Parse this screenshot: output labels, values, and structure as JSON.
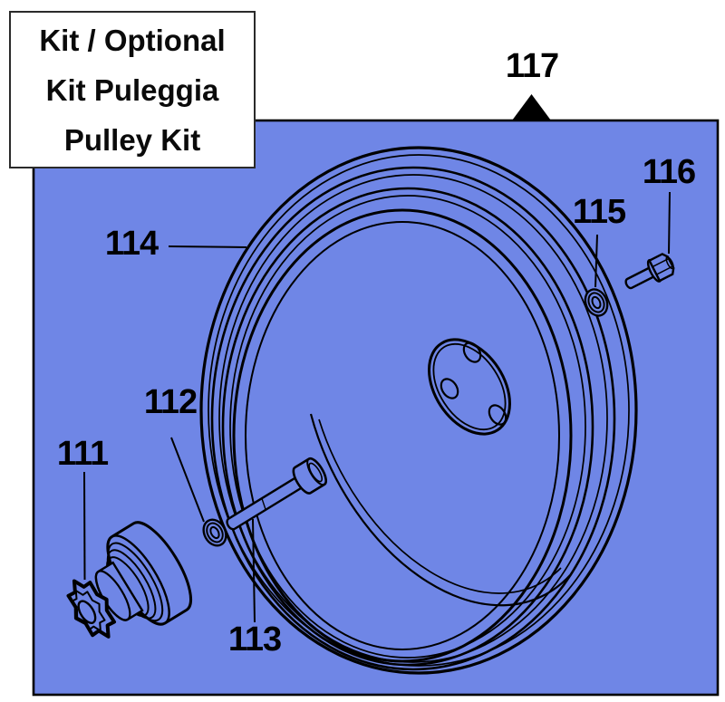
{
  "kit_box": {
    "line1": "Kit / Optional",
    "line2": "Kit Puleggia",
    "line3": "Pulley Kit"
  },
  "part_labels": {
    "p111": "111",
    "p112": "112",
    "p113": "113",
    "p114": "114",
    "p115": "115",
    "p116": "116",
    "p117": "117"
  },
  "colors": {
    "panel_blue": "#6f86e6",
    "line_black": "#000000",
    "label_box_white": "#ffffff"
  }
}
